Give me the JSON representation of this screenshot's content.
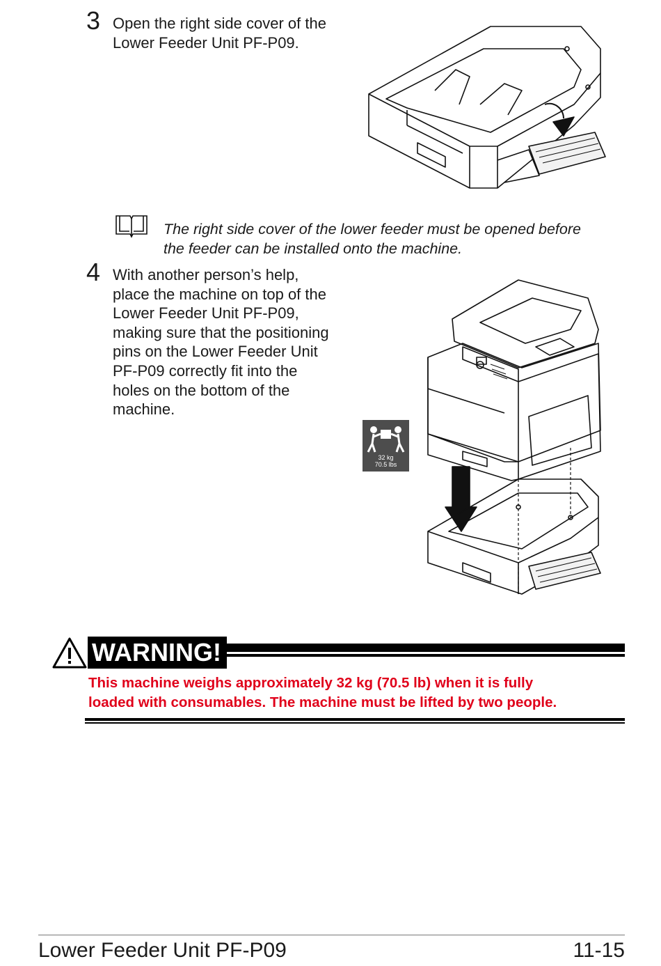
{
  "step3": {
    "number": "3",
    "lines": [
      "Open the right side cover of the",
      "Lower Feeder Unit PF-P09."
    ]
  },
  "note": {
    "icon": "book-note-icon",
    "lines": [
      "The right side cover of the lower feeder must be opened before",
      "the feeder can be installed onto the machine."
    ]
  },
  "step4": {
    "number": "4",
    "lines": [
      "With another person’s help,",
      "place the machine on top of the",
      "Lower Feeder Unit PF-P09,",
      "making sure that the positioning",
      "pins on the Lower Feeder Unit",
      "PF-P09 correctly fit into the",
      "holes on the bottom of the",
      "machine."
    ]
  },
  "weight_badge": {
    "icon": "two-person-lift-icon",
    "kg": "32 kg",
    "lbs": "70.5 lbs"
  },
  "warning": {
    "icon": "warning-triangle-icon",
    "label": "WARNING!",
    "color": "#e0001a",
    "lines": [
      "This machine weighs approximately 32 kg (70.5 lb) when it is fully",
      "loaded with consumables. The machine must be lifted by two people."
    ]
  },
  "footer": {
    "title": "Lower Feeder Unit PF-P09",
    "page": "11-15"
  }
}
